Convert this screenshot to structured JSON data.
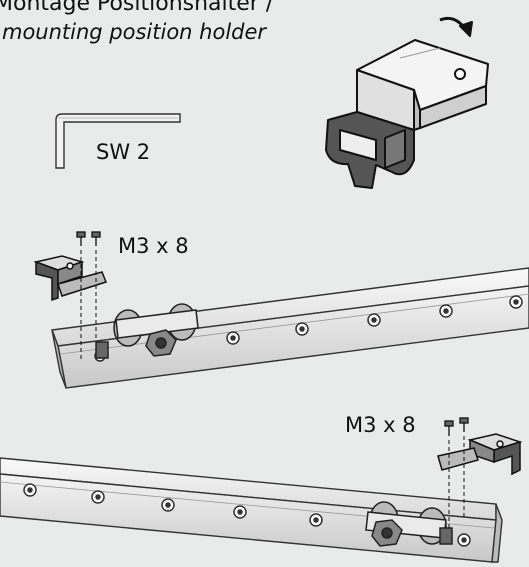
{
  "header": {
    "title": "Montage Positionshalter /",
    "subtitle": "mounting position holder"
  },
  "labels": {
    "wrench": "SW 2",
    "screw_top": "M3 x 8",
    "screw_bottom": "M3 x 8"
  }
}
